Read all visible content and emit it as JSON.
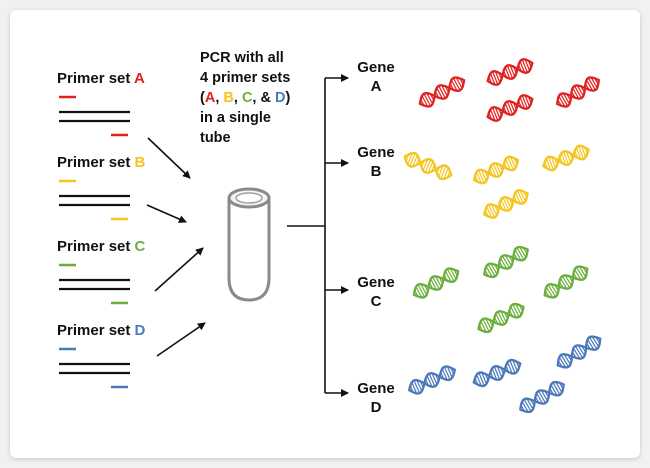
{
  "primer_sets": [
    {
      "prefix": "Primer set ",
      "letter": "A",
      "color": "#e0221f"
    },
    {
      "prefix": "Primer set ",
      "letter": "B",
      "color": "#f2c61f"
    },
    {
      "prefix": "Primer set ",
      "letter": "C",
      "color": "#6cae3c"
    },
    {
      "prefix": "Primer set ",
      "letter": "D",
      "color": "#4a78b8"
    }
  ],
  "pcr_text": {
    "line1": "PCR with all",
    "line2": "4 primer sets",
    "open": "(",
    "a": "A",
    "sep1": ", ",
    "b": "B",
    "sep2": ", ",
    "c": "C",
    "sep3": ", & ",
    "d": "D",
    "close": ")",
    "line4": "in a single",
    "line5": "tube"
  },
  "genes": [
    {
      "word": "Gene",
      "letter": "A",
      "color": "#e0221f"
    },
    {
      "word": "Gene",
      "letter": "B",
      "color": "#f2c61f"
    },
    {
      "word": "Gene",
      "letter": "C",
      "color": "#6cae3c"
    },
    {
      "word": "Gene",
      "letter": "D",
      "color": "#4a78b8"
    }
  ],
  "colors": {
    "dna_strand": "#111111",
    "arrow": "#111111",
    "tube": "#8a8a8a"
  },
  "icons": {
    "tube": "pcr-tube-icon",
    "dna": "dna-helix-icon"
  }
}
